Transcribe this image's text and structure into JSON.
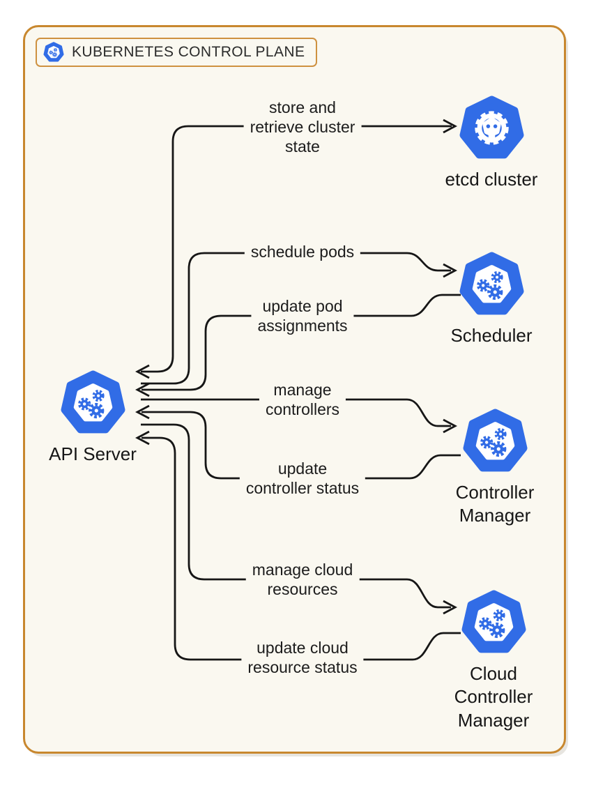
{
  "title": {
    "text": "KUBERNETES CONTROL PLANE",
    "icon": "kubernetes-icon"
  },
  "nodes": [
    {
      "id": "api-server",
      "label": "API Server",
      "icon": "kubernetes-icon"
    },
    {
      "id": "etcd-cluster",
      "label": "etcd cluster",
      "icon": "etcd-icon"
    },
    {
      "id": "scheduler",
      "label": "Scheduler",
      "icon": "kubernetes-icon"
    },
    {
      "id": "controller-manager",
      "label": "Controller\nManager",
      "icon": "kubernetes-icon"
    },
    {
      "id": "cloud-controller-manager",
      "label": "Cloud\nController\nManager",
      "icon": "kubernetes-icon"
    }
  ],
  "edges": [
    {
      "from": "api-server",
      "to": "etcd-cluster",
      "direction": "bidirectional",
      "label": "store and\nretrieve cluster\nstate"
    },
    {
      "from": "api-server",
      "to": "scheduler",
      "direction": "forward",
      "label": "schedule pods"
    },
    {
      "from": "scheduler",
      "to": "api-server",
      "direction": "forward",
      "label": "update pod\nassignments"
    },
    {
      "from": "api-server",
      "to": "controller-manager",
      "direction": "forward",
      "label": "manage\ncontrollers"
    },
    {
      "from": "controller-manager",
      "to": "api-server",
      "direction": "forward",
      "label": "update\ncontroller status"
    },
    {
      "from": "api-server",
      "to": "cloud-controller-manager",
      "direction": "forward",
      "label": "manage cloud\nresources"
    },
    {
      "from": "cloud-controller-manager",
      "to": "api-server",
      "direction": "forward",
      "label": "update cloud\nresource status"
    }
  ],
  "colors": {
    "kubernetes_blue": "#316CE6",
    "panel_background": "#FAF8F0",
    "panel_border": "#C8872E",
    "arrow": "#161616"
  }
}
